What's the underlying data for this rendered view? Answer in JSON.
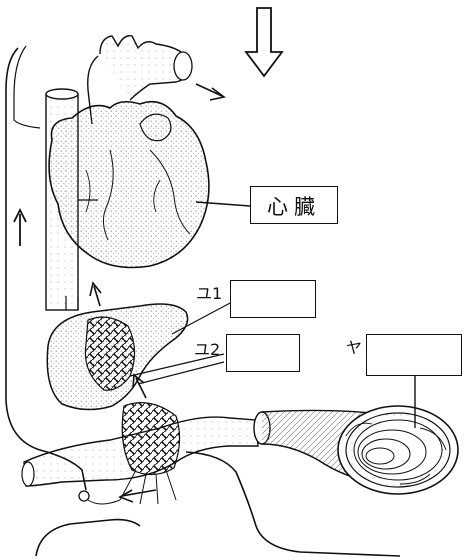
{
  "labels": {
    "heart": "心臓",
    "yu1": "ユ1",
    "yu2": "ユ2",
    "ya": "ヤ",
    "blank_yu1": "",
    "blank_yu2": "",
    "blank_ya": ""
  },
  "colors": {
    "ink": "#111111",
    "stipple": "#555555",
    "paper": "#ffffff"
  },
  "icons": {
    "top_arrow": "hollow-down-arrow-icon",
    "flow_arrow": "arrow-icon"
  }
}
